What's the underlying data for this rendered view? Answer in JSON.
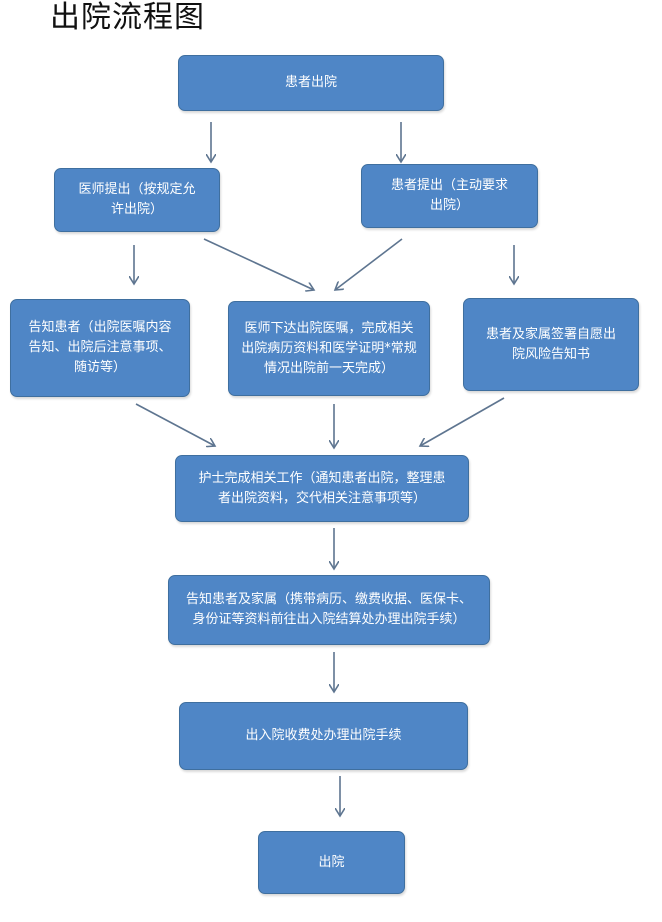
{
  "title": "出院流程图",
  "colors": {
    "box_fill": "#4f86c6",
    "arrow": "#5e7590",
    "text": "#ffffff"
  },
  "nodes": {
    "patient_discharge": "患者出院",
    "doctor_proposes": "医师提出（按规定允许出院）",
    "patient_proposes": "患者提出（主动要求出院）",
    "inform_patient": "告知患者（出院医嘱内容告知、出院后注意事项、随访等）",
    "doctor_orders": "医师下达出院医嘱，完成相关出院病历资料和医学证明*常规情况出院前一天完成）",
    "sign_risk_notice": "患者及家属签署自愿出院风险告知书",
    "nurse_work": "护士完成相关工作（通知患者出院，整理患者出院资料，交代相关注意事项等）",
    "inform_family": "告知患者及家属（携带病历、缴费收据、医保卡、身份证等资料前往出入院结算处办理出院手续）",
    "billing_office": "出入院收费处办理出院手续",
    "discharged": "出院"
  }
}
